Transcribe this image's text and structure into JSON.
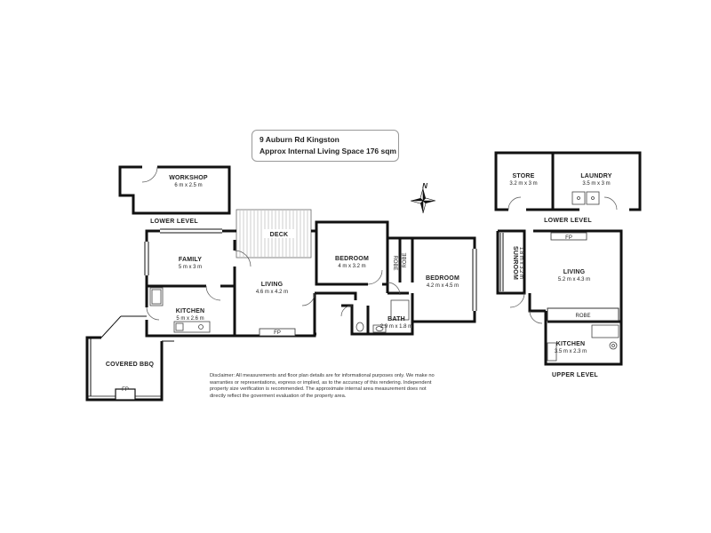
{
  "info": {
    "address": "9 Auburn Rd Kingston",
    "area": "Approx Internal Living Space 176 sqm"
  },
  "compass": {
    "north_label": "N"
  },
  "sections": {
    "lower_level_left": "LOWER LEVEL",
    "lower_level_right": "LOWER LEVEL",
    "upper_level": "UPPER LEVEL"
  },
  "rooms": {
    "workshop": {
      "name": "WORKSHOP",
      "dims": "6 m x 2.5 m"
    },
    "family": {
      "name": "FAMILY",
      "dims": "5 m x 3 m"
    },
    "kitchen_lower": {
      "name": "KITCHEN",
      "dims": "5 m x 2.6 m"
    },
    "living_lower": {
      "name": "LIVING",
      "dims": "4.6 m x 4.2 m"
    },
    "deck": {
      "name": "DECK"
    },
    "bedroom_1": {
      "name": "BEDROOM",
      "dims": "4 m x 3.2 m"
    },
    "bedroom_2": {
      "name": "BEDROOM",
      "dims": "4.2 m x 4.5 m"
    },
    "robe_1": {
      "name": "ROBE"
    },
    "robe_2": {
      "name": "ROBE"
    },
    "bath": {
      "name": "BATH",
      "dims": "2.9 m x 1.8 m"
    },
    "covered_bbq": {
      "name": "COVERED BBQ"
    },
    "fp_bbq": {
      "name": "FP"
    },
    "fp_living_lower": {
      "name": "FP"
    },
    "store": {
      "name": "STORE",
      "dims": "3.2 m x 3 m"
    },
    "laundry": {
      "name": "LAUNDRY",
      "dims": "3.5 m x 3 m"
    },
    "sunroom": {
      "name": "SUNROOM",
      "dims": "1.8 m x 3.2 m"
    },
    "living_upper": {
      "name": "LIVING",
      "dims": "5.2 m x 4.3 m"
    },
    "fp_living_upper": {
      "name": "FP"
    },
    "robe_upper": {
      "name": "ROBE"
    },
    "kitchen_upper": {
      "name": "KITCHEN",
      "dims": "3.5 m x 2.3 m"
    }
  },
  "disclaimer": "Disclaimer: All measurements and floor plan details are for informational purposes only. We make no warranties or representations, express or implied, as to the accuracy of this rendering. Independent property size verification is recommended. The approximate internal area measurement does not directly reflect the goverment evaluation of the property area."
}
